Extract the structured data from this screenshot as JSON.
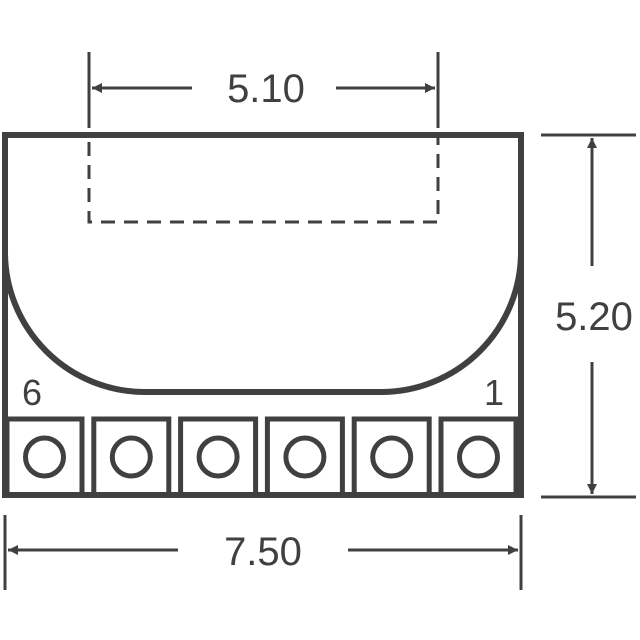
{
  "dimensions": {
    "top_width": "5.10",
    "right_height": "5.20",
    "bottom_width": "7.50"
  },
  "pins": {
    "left_label": "6",
    "right_label": "1",
    "count": 6
  },
  "colors": {
    "stroke": "#404041",
    "background": "#ffffff"
  }
}
